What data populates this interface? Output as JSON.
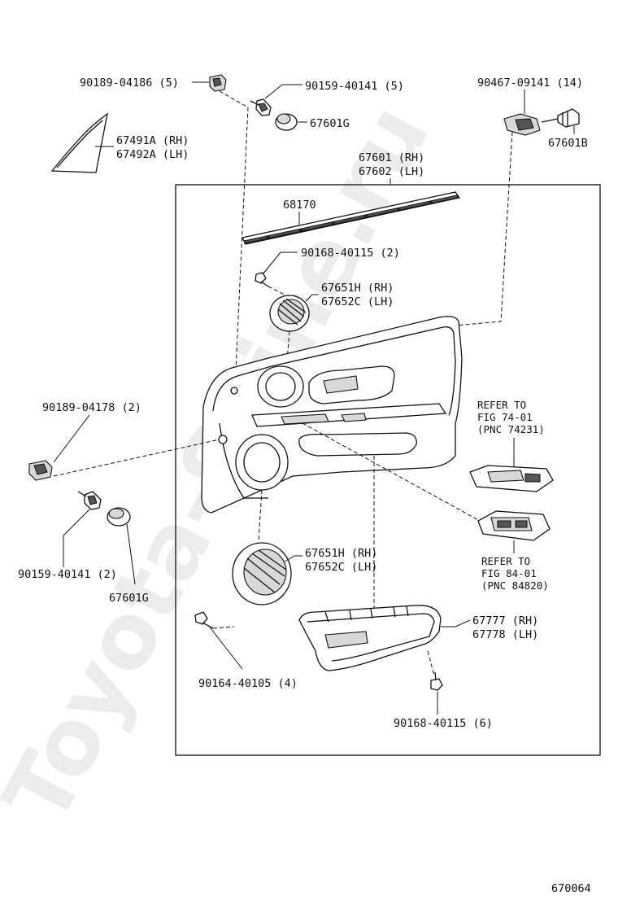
{
  "watermark": "Toyota-Shine.ru",
  "figure_number": "670064",
  "labels": {
    "clip_90189_04186": "90189-04186 (5)",
    "screw_90159_40141_top": "90159-40141 (5)",
    "cap_67601g_top": "67601G",
    "triangle_rh": "67491A (RH)",
    "triangle_lh": "67492A (LH)",
    "clip_90467_09141": "90467-09141 (14)",
    "clip_67601b": "67601B",
    "panel_rh": "67601 (RH)",
    "panel_lh": "67602 (LH)",
    "weatherstrip": "68170",
    "screw_90168_40115_2": "90168-40115 (2)",
    "upper_grille_rh": "67651H (RH)",
    "upper_grille_lh": "67652C (LH)",
    "clip_90189_04178": "90189-04178 (2)",
    "refer_74_line1": "REFER TO",
    "refer_74_line2": "FIG 74-01",
    "refer_74_line3": "(PNC 74231)",
    "screw_90159_40141_left": "90159-40141 (2)",
    "cap_67601g_left": "67601G",
    "lower_grille_rh": "67651H (RH)",
    "lower_grille_lh": "67652C (LH)",
    "refer_84_line1": "REFER TO",
    "refer_84_line2": "FIG 84-01",
    "refer_84_line3": "(PNC 84820)",
    "pocket_rh": "67777 (RH)",
    "pocket_lh": "67778 (LH)",
    "screw_90164_40105": "90164-40105 (4)",
    "screw_90168_40115_6": "90168-40115 (6)"
  }
}
